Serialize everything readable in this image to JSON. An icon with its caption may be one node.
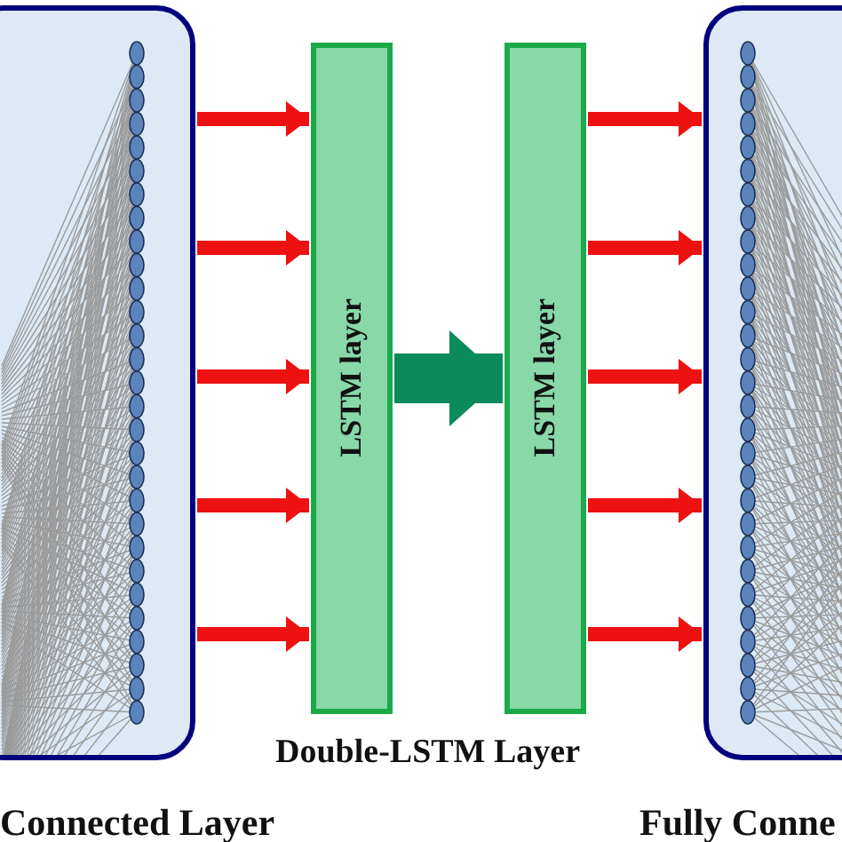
{
  "diagram": {
    "nodes": [
      {
        "text": [
          "Connected Layer"
        ]
      },
      {
        "text": [
          "LSTM layer"
        ]
      },
      {
        "text": [
          "LSTM layer"
        ]
      },
      {
        "text": [
          "Fully Conne"
        ]
      }
    ],
    "edges": [
      {
        "from": 0,
        "to": 1,
        "arrow": "to"
      },
      {
        "from": 0,
        "to": 1,
        "arrow": "to"
      },
      {
        "from": 0,
        "to": 1,
        "arrow": "to"
      },
      {
        "from": 0,
        "to": 1,
        "arrow": "to"
      },
      {
        "from": 0,
        "to": 1,
        "arrow": "to"
      },
      {
        "from": 1,
        "to": 2,
        "arrow": "to",
        "style": "thick",
        "color": "#0b8a5c"
      },
      {
        "from": 2,
        "to": 3,
        "arrow": "to"
      },
      {
        "from": 2,
        "to": 3,
        "arrow": "to"
      },
      {
        "from": 2,
        "to": 3,
        "arrow": "to"
      },
      {
        "from": 2,
        "to": 3,
        "arrow": "to"
      },
      {
        "from": 2,
        "to": 3,
        "arrow": "to"
      }
    ],
    "labels": [
      "Double-LSTM Layer"
    ]
  }
}
